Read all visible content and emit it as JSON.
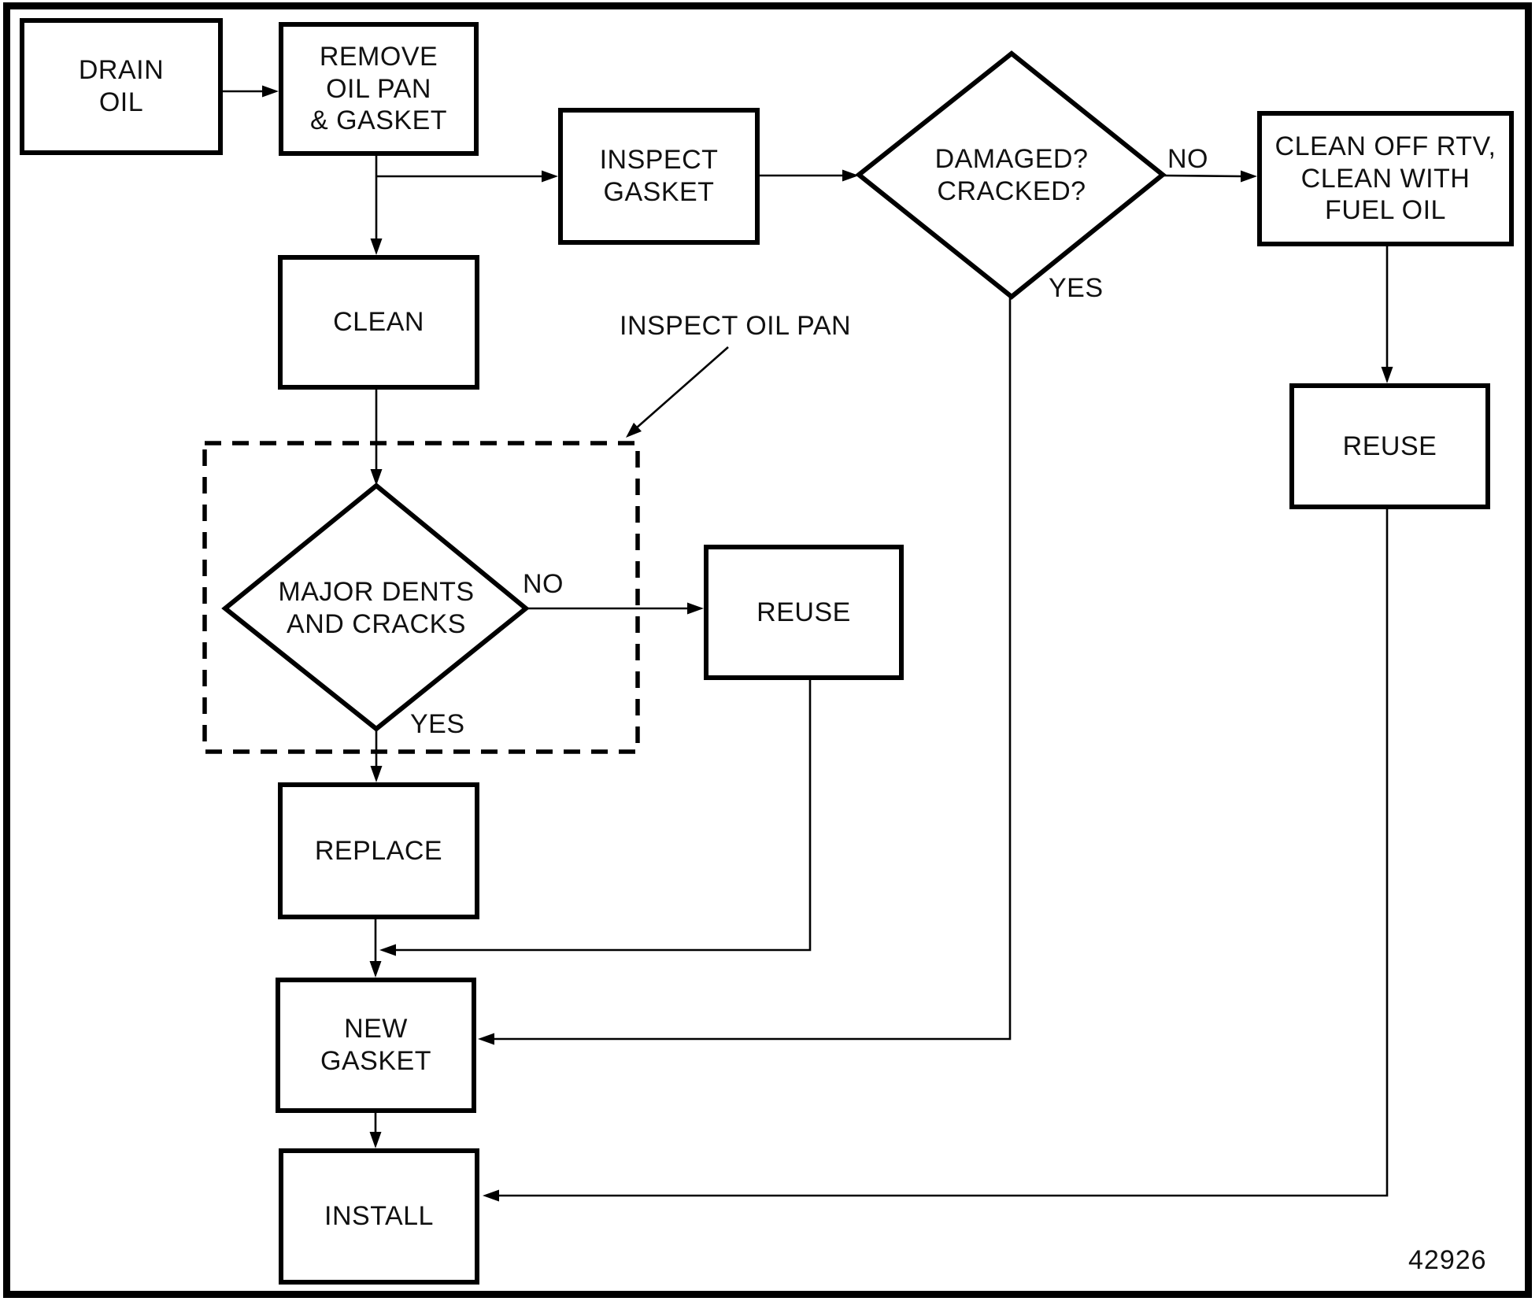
{
  "figure": {
    "number": "42926"
  },
  "nodes": {
    "drain_oil": "DRAIN\nOIL",
    "remove_oil_pan": "REMOVE\nOIL PAN\n& GASKET",
    "inspect_gasket": "INSPECT\nGASKET",
    "clean": "CLEAN",
    "clean_off_rtv": "CLEAN OFF RTV,\nCLEAN WITH\nFUEL OIL",
    "reuse_right": "REUSE",
    "reuse_middle": "REUSE",
    "replace": "REPLACE",
    "new_gasket": "NEW\nGASKET",
    "install": "INSTALL"
  },
  "decisions": {
    "damaged_cracked": "DAMAGED?\nCRACKED?",
    "major_dents": "MAJOR DENTS\nAND CRACKS"
  },
  "edge_labels": {
    "damaged_no": "NO",
    "damaged_yes": "YES",
    "dents_no": "NO",
    "dents_yes": "YES"
  },
  "annotations": {
    "inspect_oil_pan": "INSPECT OIL PAN"
  }
}
